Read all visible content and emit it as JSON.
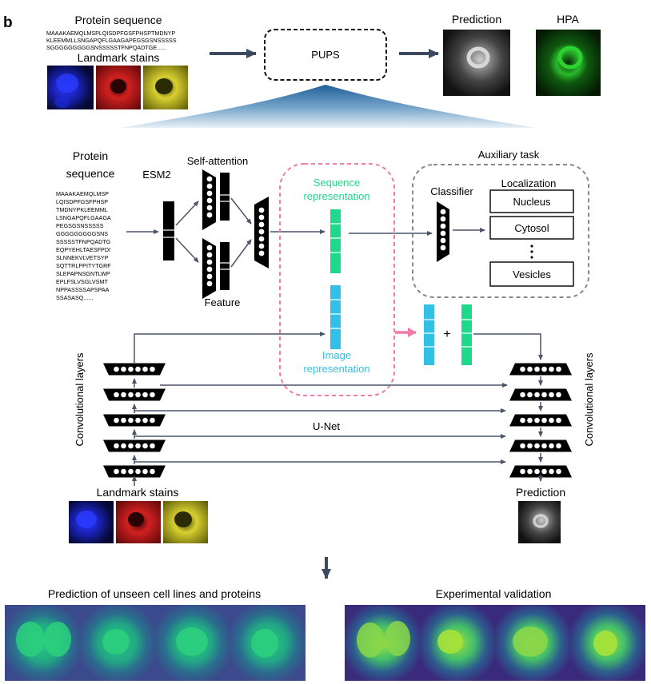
{
  "panel_label": "b",
  "top": {
    "protein_sequence_title": "Protein sequence",
    "sequence_lines": [
      "MAAAKAEMQLMSPLQISDPFGSFPHSPTMDNYP",
      "KLEEMMLLSNGAPQFLGAAGAPEGSGSNSSSSS",
      "SGGGGGGGGGSNSSSSSTFNPQADTGE......"
    ],
    "landmark_title": "Landmark stains",
    "pups_label": "PUPS",
    "prediction_label": "Prediction",
    "hpa_label": "HPA"
  },
  "model": {
    "protein_label_1": "Protein",
    "protein_label_2": "sequence",
    "sequence_lines": [
      "MAAAKAEMQLMSP",
      "LQISDPFGSFPHSP",
      "TMDNYPKLEEMML",
      "LSNGAPQFLGAAGA",
      "PEGSGSNSSSSS",
      "GGGGGGGGGSNS",
      "SSSSSTFNPQADTG",
      "EQPYEHLTAESFPDI",
      "SLNNEKVLVETSYP",
      "SQTTRLPPITYTGRF",
      "SLEPAPNSGNTLWP",
      "EPLFSLVSGLVSMT",
      "NPPASSSSAPSPAA",
      "SSASASQ......"
    ],
    "esm2_label": "ESM2",
    "self_attention_label": "Self-attention",
    "feature_label": "Feature",
    "seq_rep_label_1": "Sequence",
    "seq_rep_label_2": "representation",
    "img_rep_label_1": "Image",
    "img_rep_label_2": "representation",
    "auxiliary_label": "Auxiliary task",
    "classifier_label": "Classifier",
    "localization_label": "Localization",
    "localization_items": [
      "Nucleus",
      "Cytosol",
      "Vesicles"
    ],
    "plus_symbol": "+",
    "unet_label": "U-Net",
    "conv_left_label": "Convolutional layers",
    "conv_right_label": "Convolutional layers",
    "landmark_title": "Landmark stains",
    "prediction_label": "Prediction"
  },
  "bottom": {
    "left_title": "Prediction of unseen cell lines and proteins",
    "right_title": "Experimental validation"
  },
  "colors": {
    "sequence_rep": "#1fd98a",
    "image_rep": "#33c0e6",
    "dashed_pink": "#f07aa8",
    "arrow_pink": "#f07aa8",
    "dashed_grey": "#888888",
    "arrow_dark": "#4a5568",
    "stain_blue": "#1a22c8",
    "stain_red": "#c41818",
    "stain_yellow": "#c8c020",
    "hpa_green": "#22aa22"
  }
}
